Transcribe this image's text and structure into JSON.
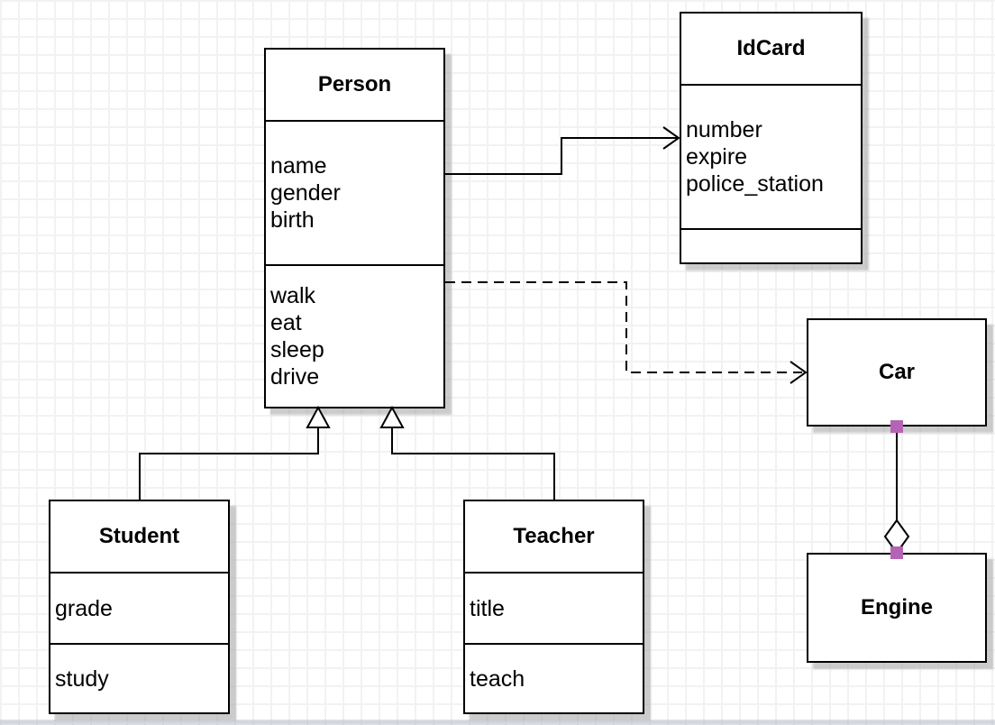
{
  "diagram": {
    "type": "uml-class-diagram",
    "endpoint_color": "#b564b5",
    "grid_color": "#f2f2f4",
    "line_color": "#000000",
    "classes": {
      "person": {
        "title": "Person",
        "attributes": [
          "name",
          "gender",
          "birth"
        ],
        "methods": [
          "walk",
          "eat",
          "sleep",
          "drive"
        ]
      },
      "idcard": {
        "title": "IdCard",
        "attributes": [
          "number",
          "expire",
          "police_station"
        ],
        "methods": []
      },
      "car": {
        "title": "Car"
      },
      "engine": {
        "title": "Engine"
      },
      "student": {
        "title": "Student",
        "attributes": [
          "grade"
        ],
        "methods": [
          "study"
        ]
      },
      "teacher": {
        "title": "Teacher",
        "attributes": [
          "title"
        ],
        "methods": [
          "teach"
        ]
      }
    },
    "relationships": [
      {
        "from": "Person",
        "to": "IdCard",
        "type": "directed-association",
        "line": "solid",
        "arrow": "open"
      },
      {
        "from": "Person",
        "to": "Car",
        "type": "dependency",
        "line": "dashed",
        "arrow": "open"
      },
      {
        "from": "Student",
        "to": "Person",
        "type": "generalization",
        "line": "solid",
        "arrow": "hollow-triangle"
      },
      {
        "from": "Teacher",
        "to": "Person",
        "type": "generalization",
        "line": "solid",
        "arrow": "hollow-triangle"
      },
      {
        "from": "Car",
        "to": "Engine",
        "type": "aggregation",
        "line": "solid",
        "arrow": "hollow-diamond"
      }
    ]
  }
}
